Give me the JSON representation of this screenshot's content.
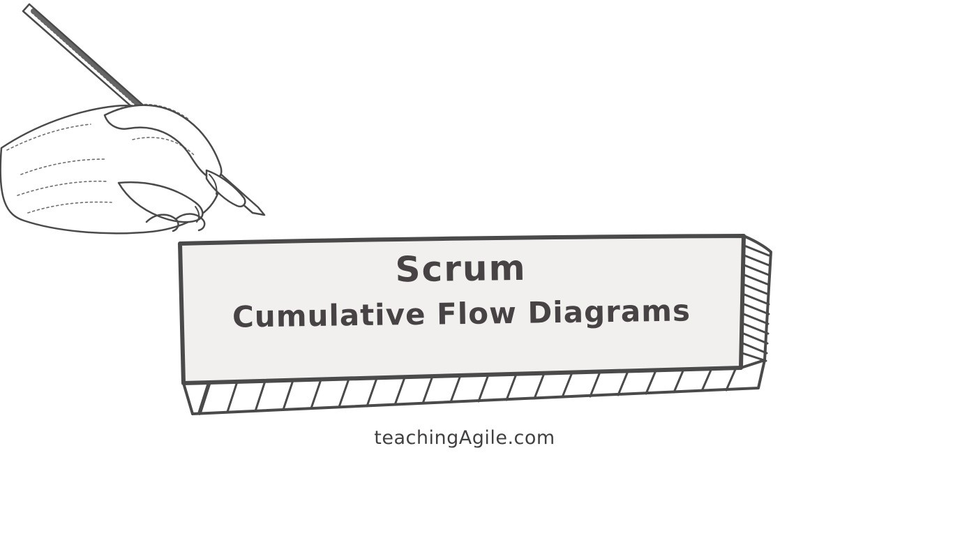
{
  "banner": {
    "title": "Scrum",
    "subtitle": "Cumulative Flow Diagrams"
  },
  "footer": {
    "website": "teachingAgile.com"
  },
  "colors": {
    "ink": "#4a4747",
    "board_fill": "#f2f0ef",
    "background": "#ffffff"
  },
  "icons": {
    "illustration": "hand-holding-pen-sketch"
  }
}
